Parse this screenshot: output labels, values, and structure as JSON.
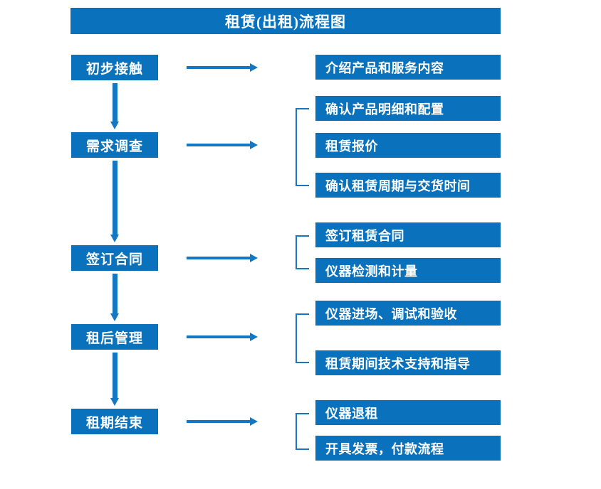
{
  "title": "租赁(出租)流程图",
  "colors": {
    "primary": "#0A72BD",
    "arrow": "#1477C4",
    "text_on_primary": "#FFFFFF",
    "background": "#FFFFFF"
  },
  "flow": {
    "stages": [
      {
        "id": "stage-1",
        "label": "初步接触"
      },
      {
        "id": "stage-2",
        "label": "需求调查"
      },
      {
        "id": "stage-3",
        "label": "签订合同"
      },
      {
        "id": "stage-4",
        "label": "租后管理"
      },
      {
        "id": "stage-5",
        "label": "租期结束"
      }
    ],
    "groups": [
      {
        "stage": "初步接触",
        "bracketed": false,
        "details": [
          "介绍产品和服务内容"
        ]
      },
      {
        "stage": "需求调查",
        "bracketed": true,
        "details": [
          "确认产品明细和配置",
          "租赁报价",
          "确认租赁周期与交货时间"
        ]
      },
      {
        "stage": "签订合同",
        "bracketed": true,
        "details": [
          "签订租赁合同",
          "仪器检测和计量"
        ]
      },
      {
        "stage": "租后管理",
        "bracketed": true,
        "details": [
          "仪器进场、调试和验收",
          "租赁期间技术支持和指导"
        ]
      },
      {
        "stage": "租期结束",
        "bracketed": true,
        "details": [
          "仪器退租",
          "开具发票，付款流程"
        ]
      }
    ]
  },
  "details_flat": [
    "介绍产品和服务内容",
    "确认产品明细和配置",
    "租赁报价",
    "确认租赁周期与交货时间",
    "签订租赁合同",
    "仪器检测和计量",
    "仪器进场、调试和验收",
    "租赁期间技术支持和指导",
    "仪器退租",
    "开具发票，付款流程"
  ]
}
